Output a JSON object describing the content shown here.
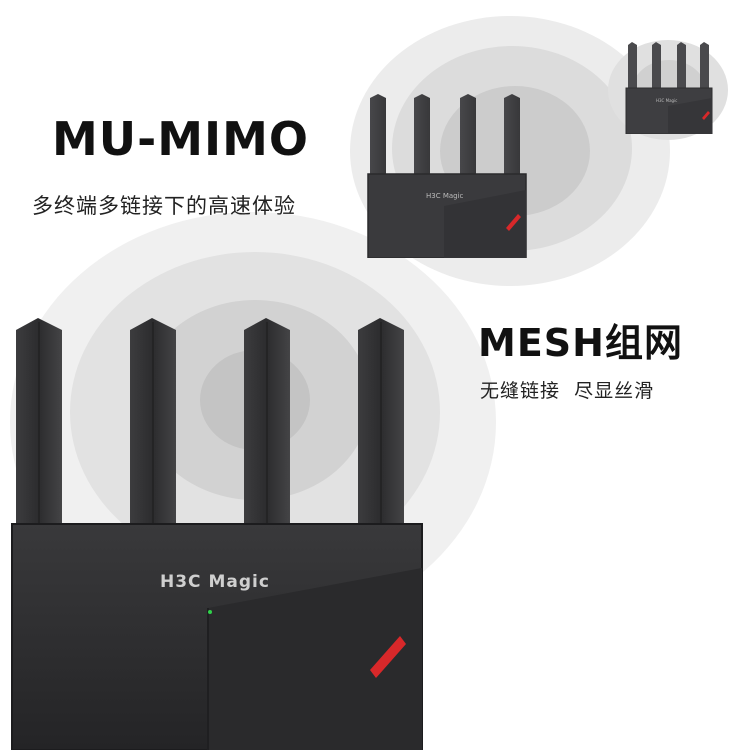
{
  "features": {
    "mumimo": {
      "title": "MU-MIMO",
      "subtitle": "多终端多链接下的高速体验"
    },
    "mesh": {
      "title": "MESH组网",
      "subtitle": "无缝链接  尽显丝滑"
    }
  },
  "product": {
    "brand_label": "H3C Magic",
    "color": "#2f2f31",
    "accent_color": "#d8282a",
    "led_color": "#2fd24a",
    "units_shown": 3
  },
  "signal_colors": [
    "#f0f0f0",
    "#e2e2e2",
    "#d2d2d2",
    "#c4c4c4"
  ]
}
